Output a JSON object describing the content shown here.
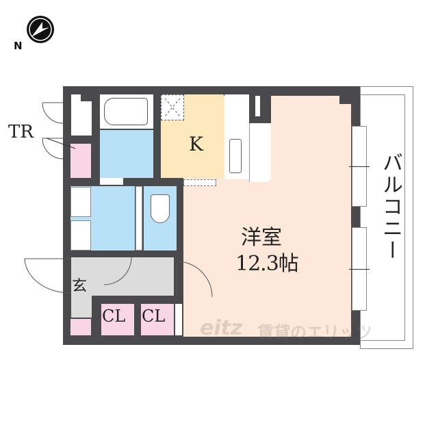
{
  "compass": {
    "label": "N",
    "icon": "north-arrow-icon"
  },
  "rooms": {
    "toilet_room": {
      "label": "TR"
    },
    "kitchen": {
      "label": "K"
    },
    "western_room": {
      "label": "洋室",
      "size": "12.3帖"
    },
    "entrance": {
      "label": "玄"
    },
    "closet_1": {
      "label": "CL"
    },
    "closet_2": {
      "label": "CL"
    },
    "balcony": {
      "label": "バルコニー"
    }
  },
  "watermark": {
    "logo": "eitz",
    "text": "賃貸のエリッツ"
  },
  "colors": {
    "wall": "#4a4a4c",
    "wet_area": "#b8e0f6",
    "kitchen": "#fde9bc",
    "living": "#fde8da",
    "storage": "#f9d6e5",
    "entrance": "#dcdcdc"
  }
}
